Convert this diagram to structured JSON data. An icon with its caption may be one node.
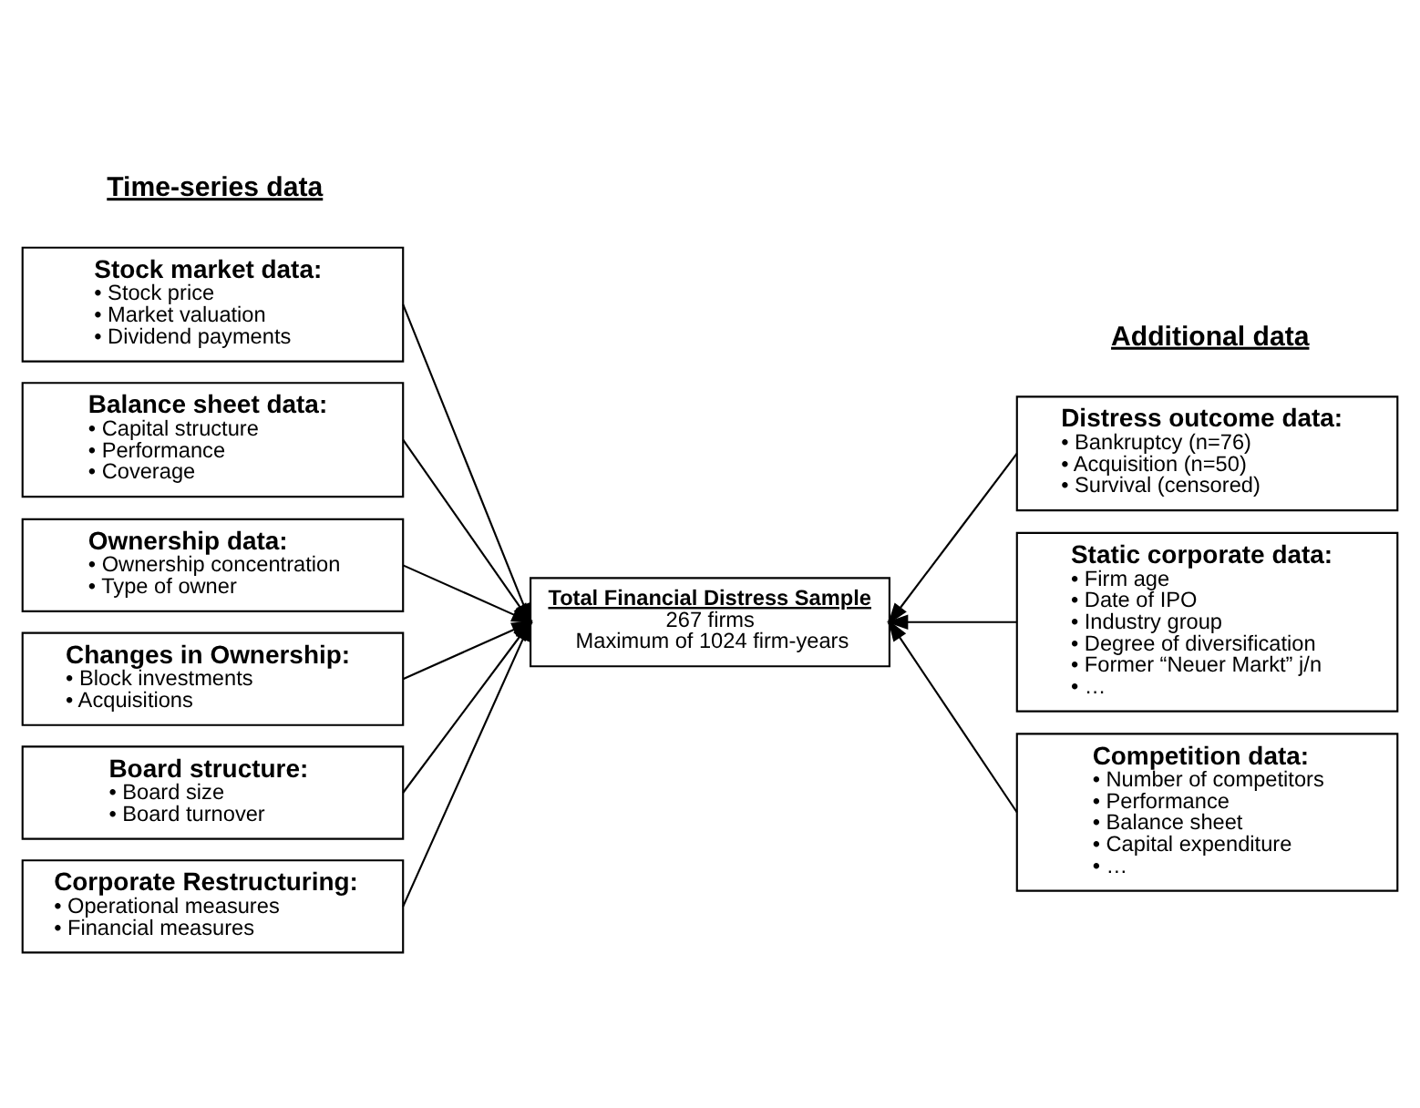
{
  "diagram": {
    "nodes": [
      {
        "text": [
          "Stock market data:",
          "• Stock price",
          "• Market valuation",
          "• Dividend payments"
        ]
      },
      {
        "text": [
          "Balance sheet data:",
          "• Capital structure",
          "• Performance",
          "• Coverage"
        ]
      },
      {
        "text": [
          "Ownership data:",
          "• Ownership concentration",
          "• Type of owner"
        ]
      },
      {
        "text": [
          "Changes in Ownership:",
          "• Block investments",
          "• Acquisitions"
        ]
      },
      {
        "text": [
          "Board structure:",
          "• Board size",
          "• Board turnover"
        ]
      },
      {
        "text": [
          "Corporate Restructuring:",
          "• Operational measures",
          "• Financial measures"
        ]
      },
      {
        "text": [
          "Total Financial Distress Sample",
          "267 firms",
          "Maximum of 1024 firm-years"
        ]
      },
      {
        "text": [
          "Distress outcome data:",
          "• Bankruptcy (n=76)",
          "• Acquisition (n=50)",
          "• Survival (censored)"
        ]
      },
      {
        "text": [
          "Static corporate data:",
          "• Firm age",
          "• Date of IPO",
          "• Industry group",
          "• Degree of diversification",
          "• Former “Neuer Markt” j/n",
          "• …"
        ]
      },
      {
        "text": [
          "Competition data:",
          "• Number of competitors",
          "• Performance",
          "• Balance sheet",
          "• Capital expenditure",
          "• …"
        ]
      }
    ],
    "edges": [
      {
        "from": 0,
        "to": 6,
        "arrow": "to"
      },
      {
        "from": 1,
        "to": 6,
        "arrow": "to"
      },
      {
        "from": 2,
        "to": 6,
        "arrow": "to"
      },
      {
        "from": 3,
        "to": 6,
        "arrow": "to"
      },
      {
        "from": 4,
        "to": 6,
        "arrow": "to"
      },
      {
        "from": 5,
        "to": 6,
        "arrow": "to"
      },
      {
        "from": 7,
        "to": 6,
        "arrow": "to"
      },
      {
        "from": 8,
        "to": 6,
        "arrow": "to"
      },
      {
        "from": 9,
        "to": 6,
        "arrow": "to"
      }
    ],
    "labels": [
      "Time-series data",
      "Additional data"
    ]
  }
}
